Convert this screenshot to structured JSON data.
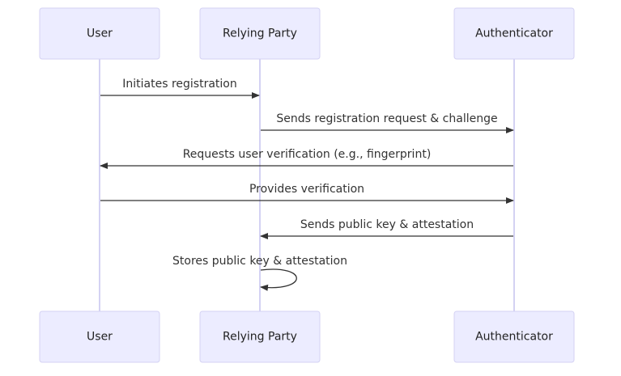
{
  "diagram": {
    "type": "sequence",
    "participants": [
      {
        "id": "user",
        "label": "User"
      },
      {
        "id": "rp",
        "label": "Relying Party"
      },
      {
        "id": "auth",
        "label": "Authenticator"
      }
    ],
    "messages": [
      {
        "from": "user",
        "to": "rp",
        "label": "Initiates registration"
      },
      {
        "from": "rp",
        "to": "auth",
        "label": "Sends registration request & challenge"
      },
      {
        "from": "auth",
        "to": "user",
        "label": "Requests user verification (e.g., fingerprint)"
      },
      {
        "from": "user",
        "to": "auth",
        "label": "Provides verification"
      },
      {
        "from": "auth",
        "to": "rp",
        "label": "Sends public key & attestation"
      },
      {
        "from": "rp",
        "to": "rp",
        "label": "Stores public key & attestation"
      }
    ]
  },
  "colors": {
    "actor_fill": "#ececff",
    "actor_border": "#d4d2f3",
    "lifeline": "#d4d2f3",
    "arrow": "#333333",
    "text": "#333333"
  }
}
